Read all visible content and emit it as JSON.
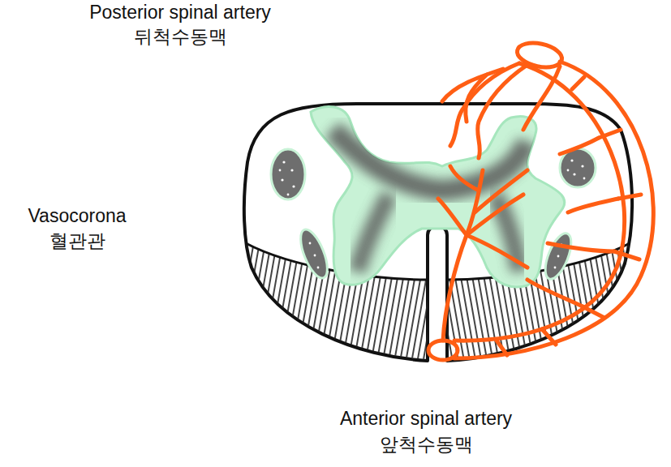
{
  "diagram": {
    "labels": [
      "Posterior spinal artery",
      "뒤척수동맥",
      "Vasocorona",
      "혈관관",
      "Anterior spinal artery",
      "앞척수동맥"
    ]
  }
}
